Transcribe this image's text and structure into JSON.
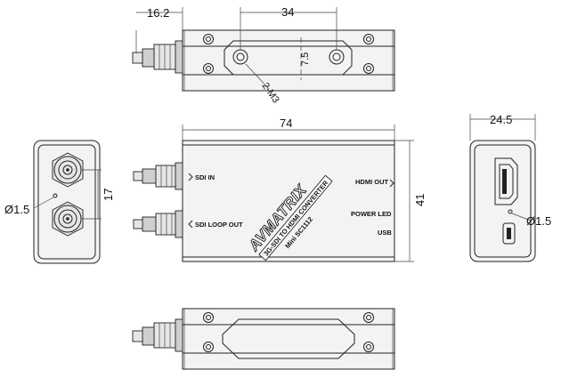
{
  "dimensions": {
    "top_left_offset": "16.2",
    "top_hole_spacing": "34",
    "top_hole_vertical": "7.5",
    "top_screw": "2-M3",
    "front_length": "74",
    "front_height": "41",
    "left_hole": "Ø1.5",
    "left_bnc_spacing": "17",
    "right_width": "24.5",
    "right_hole": "Ø1.5"
  },
  "front_panel": {
    "sdi_in": "SDI IN",
    "sdi_loop_out": "SDI LOOP OUT",
    "hdmi_out": "HDMI OUT",
    "power_led": "POWER LED",
    "usb": "USB",
    "brand": "AVMATRIX",
    "product_line": "3G-SDI TO HDMI CONVERTER",
    "model": "Mini SC1112"
  }
}
